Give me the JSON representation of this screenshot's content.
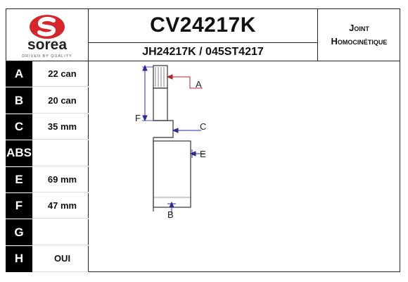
{
  "brand": {
    "name": "sorea",
    "tagline": "DRIVEN BY QUALITY",
    "color": "#d7262b"
  },
  "product": {
    "code": "CV24217K",
    "references": "JH24217K / 045ST4217",
    "type_line1": "Joint",
    "type_line2": "Homocinétique"
  },
  "specs": [
    {
      "letter": "A",
      "value": "22 can"
    },
    {
      "letter": "B",
      "value": "20 can"
    },
    {
      "letter": "C",
      "value": "35 mm"
    },
    {
      "letter": "ABS",
      "value": ""
    },
    {
      "letter": "E",
      "value": "69 mm"
    },
    {
      "letter": "F",
      "value": "47 mm"
    },
    {
      "letter": "G",
      "value": ""
    },
    {
      "letter": "H",
      "value": "OUI"
    }
  ],
  "diagram": {
    "labels": {
      "A": "A",
      "B": "B",
      "C": "C",
      "E": "E",
      "F": "F"
    },
    "colors": {
      "outline": "#333333",
      "arrow_a": "#b3242b",
      "arrow_other": "#2a2a9a"
    }
  }
}
